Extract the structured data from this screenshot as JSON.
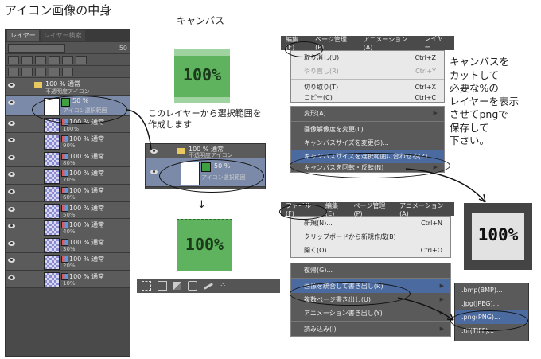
{
  "notes": {
    "icon_contents": "アイコン画像の中身",
    "canvas": "キャンバス",
    "select_from_layer": "このレイヤーから選択範囲を\n作成します",
    "instructions": "キャンバスを\nカットして\n必要な%の\nレイヤーを表示\nさせてpngで\n保存して\n下さい。",
    "down_arrow": "↓"
  },
  "canvas_label": "100%",
  "layer_panel": {
    "tabs": [
      "レイヤー",
      "レイヤー検索"
    ],
    "opacity_value": "50",
    "folder": {
      "title": "100 % 通常",
      "name": "不透明度アイコン"
    },
    "selected_layer": {
      "title": "50 %",
      "name": "アイコン選択範囲"
    },
    "layers": [
      {
        "title": "100 % 通常",
        "name": "100%"
      },
      {
        "title": "100 % 通常",
        "name": "90%"
      },
      {
        "title": "100 % 通常",
        "name": "80%"
      },
      {
        "title": "100 % 通常",
        "name": "70%"
      },
      {
        "title": "100 % 通常",
        "name": "60%"
      },
      {
        "title": "100 % 通常",
        "name": "50%"
      },
      {
        "title": "100 % 通常",
        "name": "40%"
      },
      {
        "title": "100 % 通常",
        "name": "30%"
      },
      {
        "title": "100 % 通常",
        "name": "20%"
      },
      {
        "title": "100 % 通常",
        "name": "10%"
      }
    ]
  },
  "mini_panel": {
    "folder": {
      "title": "100 % 通常",
      "name": "不透明度アイコン"
    },
    "selected_layer": {
      "title": "50 %",
      "name": "アイコン選択範囲"
    }
  },
  "edit_menu": {
    "menubar": [
      "編集(E)",
      "ページ管理(P)",
      "アニメーション(A)",
      "レイヤー"
    ],
    "items": [
      {
        "label": "取り消し(U)",
        "shortcut": "Ctrl+Z",
        "disabled": false
      },
      {
        "label": "やり直し(R)",
        "shortcut": "Ctrl+Y",
        "disabled": true
      },
      {
        "label": "切り取り(T)",
        "shortcut": "Ctrl+X",
        "disabled": false
      },
      {
        "label": "コピー(C)",
        "shortcut": "Ctrl+C",
        "disabled": false
      },
      {
        "label": "変形(A)",
        "shortcut": "",
        "disabled": false
      },
      {
        "label": "画像解像度を変更(L)...",
        "shortcut": "",
        "disabled": false
      },
      {
        "label": "キャンバスサイズを変更(S)...",
        "shortcut": "",
        "disabled": false
      },
      {
        "label": "キャンバスサイズを選択範囲に合わせる(Z)",
        "shortcut": "",
        "disabled": false
      },
      {
        "label": "キャンバスを回転・反転(N)",
        "shortcut": "",
        "disabled": false
      }
    ]
  },
  "file_menu": {
    "menubar": [
      "ファイル(F)",
      "編集(E)",
      "ページ管理(P)",
      "アニメーション(A)"
    ],
    "items": [
      {
        "label": "新規(N)...",
        "shortcut": "Ctrl+N"
      },
      {
        "label": "クリップボードから新規作成(B)",
        "shortcut": ""
      },
      {
        "label": "開く(O)...",
        "shortcut": "Ctrl+O"
      },
      {
        "label": "復帰(G)...",
        "shortcut": ""
      },
      {
        "label": "画像を統合して書き出し(R)",
        "shortcut": ""
      },
      {
        "label": "複数ページ書き出し(U)",
        "shortcut": ""
      },
      {
        "label": "アニメーション書き出し(Y)",
        "shortcut": ""
      },
      {
        "label": "読み込み(I)",
        "shortcut": ""
      }
    ],
    "submenu": [
      ".bmp(BMP)...",
      ".jpg(JPEG)...",
      ".png(PNG)...",
      ".tif(TIFF)..."
    ]
  },
  "colors": {
    "green": "#5fb35f",
    "green_dark": "#2a6a2a",
    "selected_row": "#7a8aa8",
    "menu_bg": "#e9e9e9",
    "highlight": "#4a6aa0"
  }
}
